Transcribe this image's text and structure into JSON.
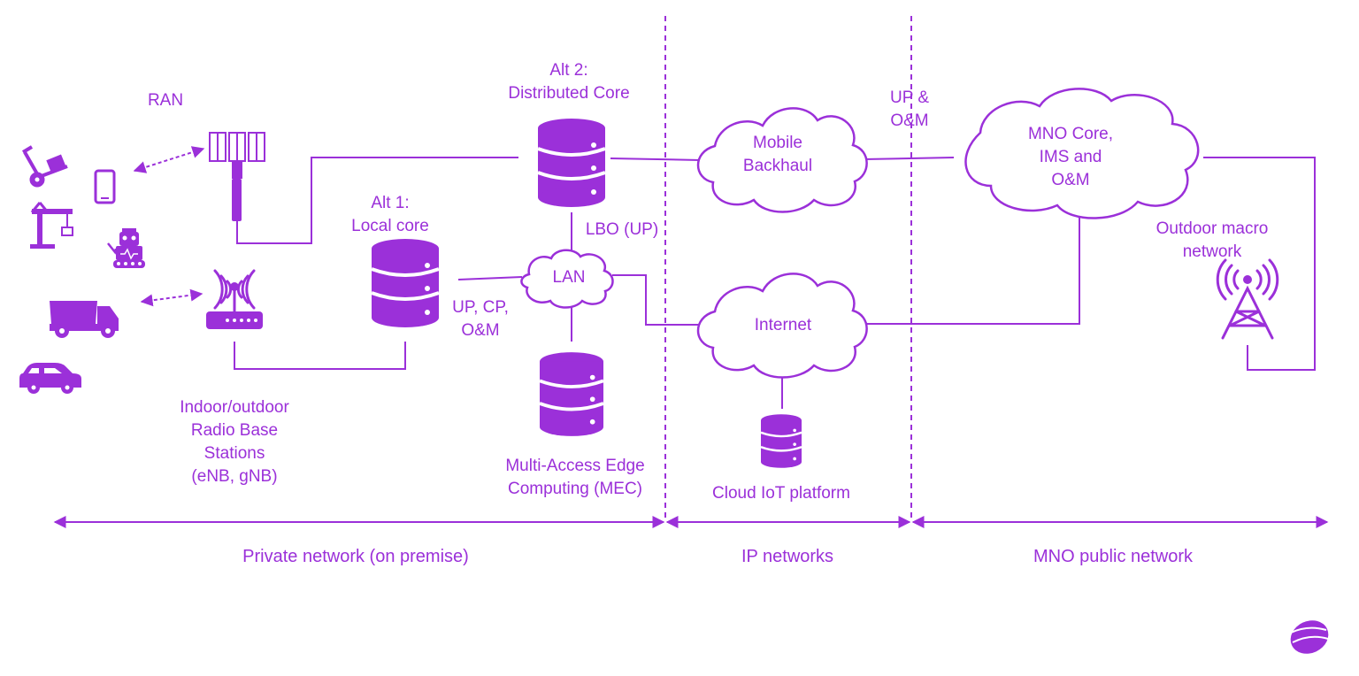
{
  "colors": {
    "accent": "#9b30d9",
    "background": "#ffffff"
  },
  "labels": {
    "ran": "RAN",
    "alt2": "Alt 2:\nDistributed Core",
    "alt1": "Alt 1:\nLocal core",
    "lbo": "LBO (UP)",
    "lan": "LAN",
    "up_cp": "UP, CP,\nO&M",
    "mec": "Multi-Access Edge\nComputing (MEC)",
    "rbs": "Indoor/outdoor\nRadio Base\nStations\n(eNB, gNB)",
    "backhaul": "Mobile\nBackhaul",
    "up_om": "UP &\nO&M",
    "mno_core": "MNO Core,\nIMS and\nO&M",
    "internet": "Internet",
    "cloud_iot": "Cloud IoT platform",
    "macro": "Outdoor macro\nnetwork"
  },
  "zones": {
    "private": "Private network (on premise)",
    "ip": "IP networks",
    "mno": "MNO public network"
  },
  "icons": {
    "devices": [
      "hand-truck-icon",
      "crane-icon",
      "robot-icon",
      "dump-truck-icon",
      "car-icon",
      "smartphone-icon"
    ],
    "stations": [
      "antenna-mast-icon",
      "wifi-router-icon",
      "cell-tower-icon"
    ],
    "servers": [
      "database-server-icon"
    ],
    "clouds": [
      "cloud-icon"
    ],
    "brand": "telia-logo-icon"
  }
}
